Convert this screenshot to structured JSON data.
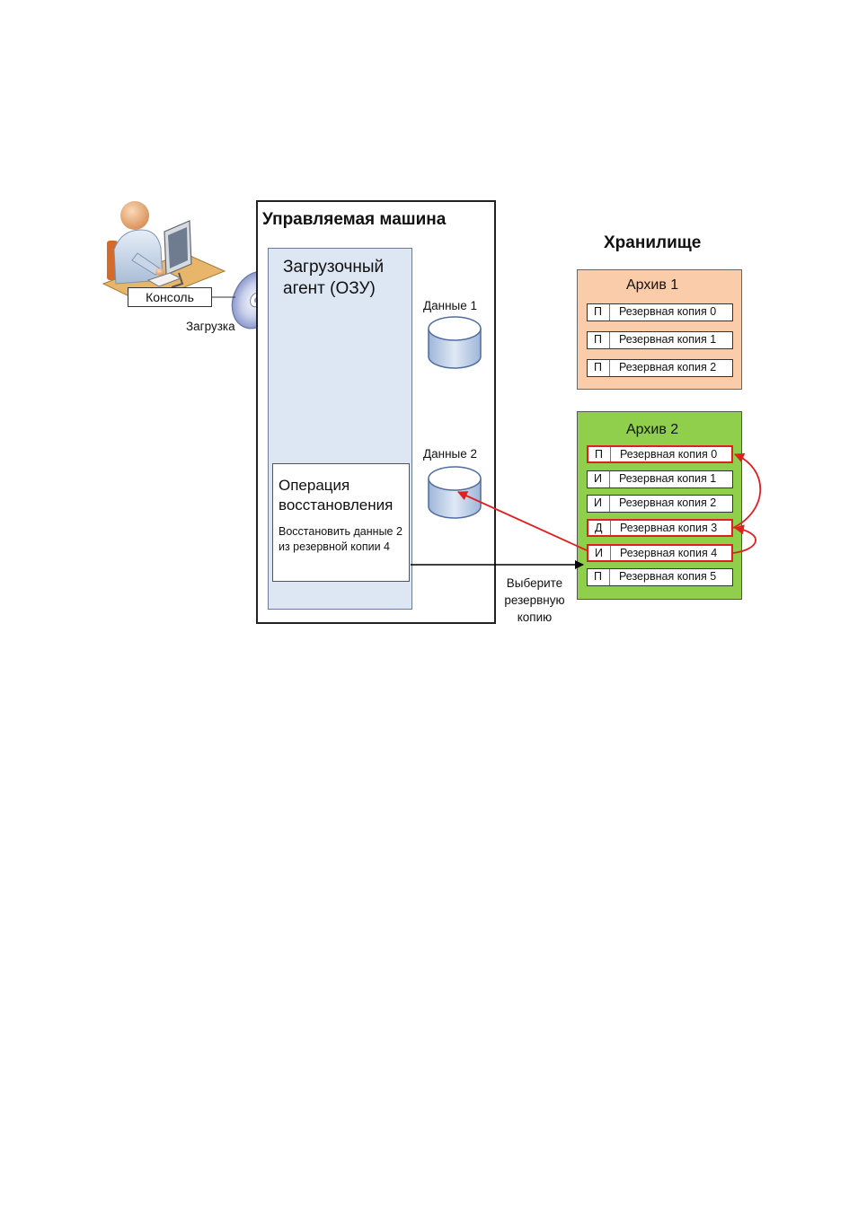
{
  "console": {
    "label": "Консоль"
  },
  "boot": {
    "label": "Загрузка"
  },
  "machine": {
    "title": "Управляемая машина",
    "agent_label": "Загрузочный агент (ОЗУ)",
    "data1_label": "Данные 1",
    "data2_label": "Данные 2",
    "operation": {
      "title": "Операция восстановления",
      "description": "Восстановить данные 2 из резервной копии 4"
    }
  },
  "choose_backup_label": "Выберите резервную копию",
  "storage": {
    "title": "Хранилище",
    "archive1": {
      "title": "Архив 1",
      "rows": [
        {
          "type": "П",
          "name": "Резервная копия 0"
        },
        {
          "type": "П",
          "name": "Резервная копия 1"
        },
        {
          "type": "П",
          "name": "Резервная копия 2"
        }
      ]
    },
    "archive2": {
      "title": "Архив 2",
      "rows": [
        {
          "type": "П",
          "name": "Резервная копия 0"
        },
        {
          "type": "И",
          "name": "Резервная копия 1"
        },
        {
          "type": "И",
          "name": "Резервная копия 2"
        },
        {
          "type": "Д",
          "name": "Резервная копия 3"
        },
        {
          "type": "И",
          "name": "Резервная копия 4"
        },
        {
          "type": "П",
          "name": "Резервная копия 5"
        }
      ]
    }
  },
  "colors": {
    "archive1_fill": "#fbccaa",
    "archive2_fill": "#8fcf4c",
    "agent_fill": "#dde6f3",
    "highlight": "#e02020"
  }
}
